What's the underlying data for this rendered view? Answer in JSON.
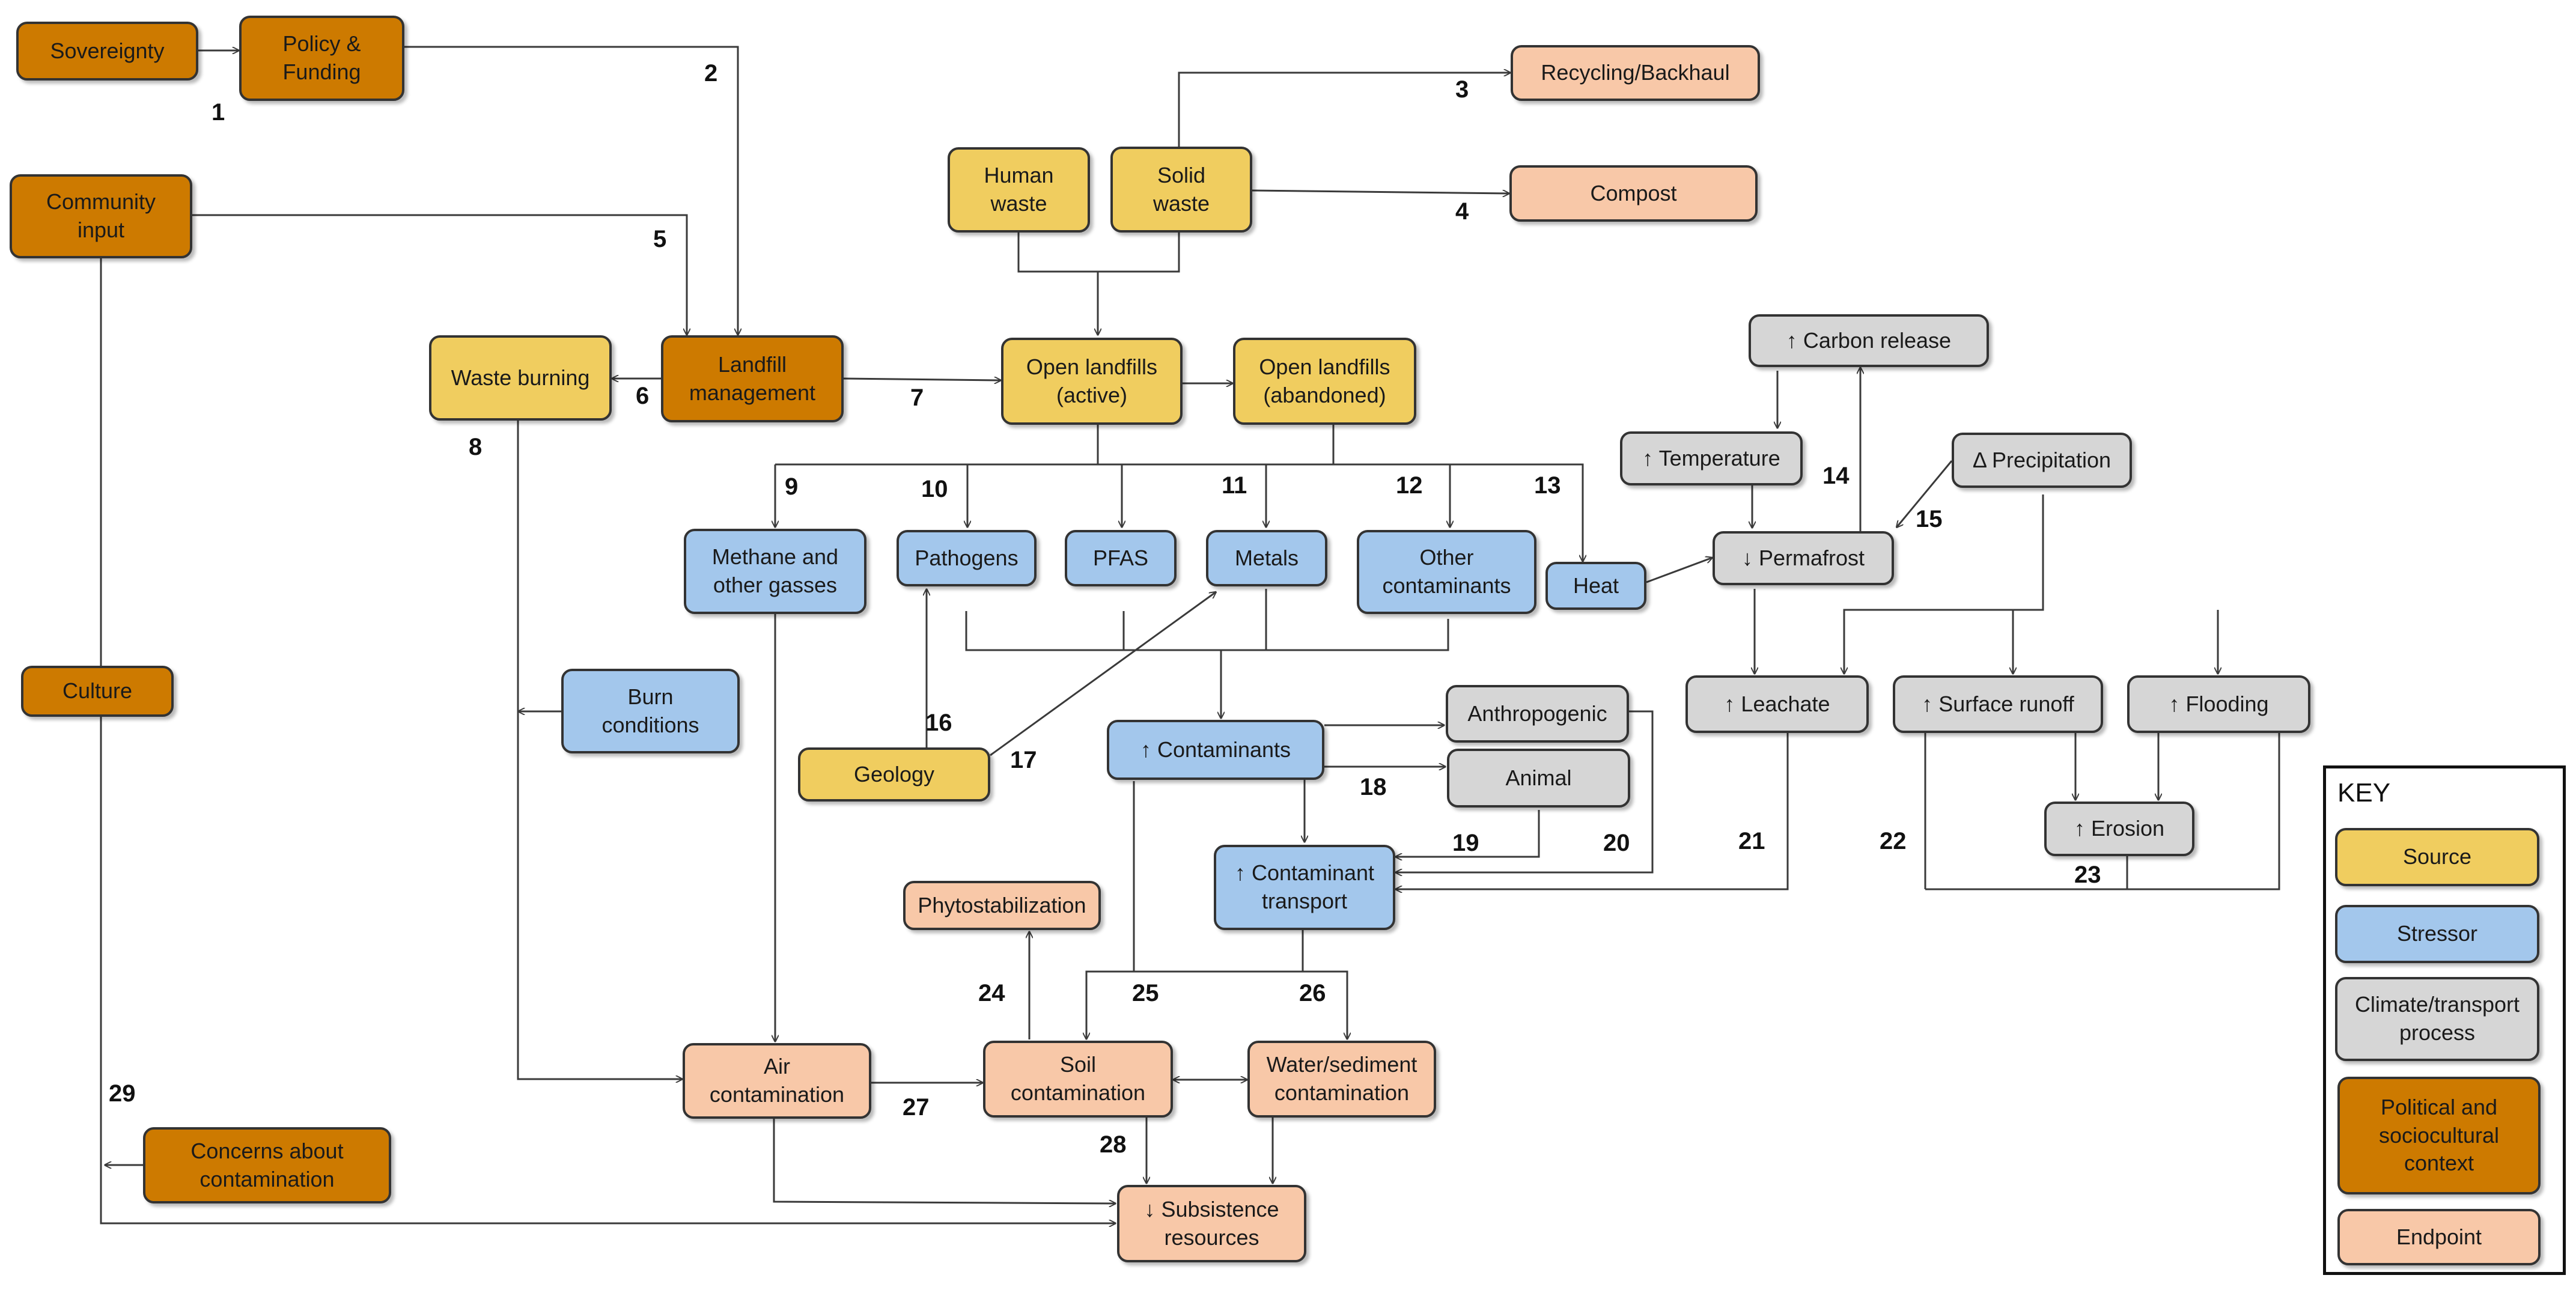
{
  "nodes": {
    "sovereignty": "Sovereignty",
    "policy": "Policy &\nFunding",
    "community": "Community\ninput",
    "culture": "Culture",
    "concerns": "Concerns about\ncontamination",
    "recycling": "Recycling/Backhaul",
    "compost": "Compost",
    "human_waste": "Human\nwaste",
    "solid_waste": "Solid\nwaste",
    "waste_burning": "Waste burning",
    "landfill_mgmt": "Landfill\nmanagement",
    "open_active": "Open landfills\n(active)",
    "open_abandoned": "Open landfills\n(abandoned)",
    "carbon_release": "↑ Carbon release",
    "temperature": "↑ Temperature",
    "precipitation": "Δ Precipitation",
    "permafrost": "↓ Permafrost",
    "methane": "Methane and\nother gasses",
    "pathogens": "Pathogens",
    "pfas": "PFAS",
    "metals": "Metals",
    "other_contaminants": "Other\ncontaminants",
    "heat": "Heat",
    "burn_conditions": "Burn\nconditions",
    "geology": "Geology",
    "contaminants": "↑ Contaminants",
    "anthropogenic": "Anthropogenic",
    "animal": "Animal",
    "contaminant_transport": "↑ Contaminant\ntransport",
    "leachate": "↑ Leachate",
    "surface_runoff": "↑ Surface runoff",
    "flooding": "↑ Flooding",
    "erosion": "↑ Erosion",
    "phytostabilization": "Phytostabilization",
    "air": "Air\ncontamination",
    "soil": "Soil\ncontamination",
    "water": "Water/sediment\ncontamination",
    "subsistence": "↓ Subsistence\nresources"
  },
  "numbers": [
    "1",
    "2",
    "3",
    "4",
    "5",
    "6",
    "7",
    "8",
    "9",
    "10",
    "11",
    "12",
    "13",
    "14",
    "15",
    "16",
    "17",
    "18",
    "19",
    "20",
    "21",
    "22",
    "23",
    "24",
    "25",
    "26",
    "27",
    "28",
    "29"
  ],
  "key": {
    "title": "KEY",
    "source": "Source",
    "stressor": "Stressor",
    "climate": "Climate/transport\nprocess",
    "political": "Political and\nsociocultural\ncontext",
    "endpoint": "Endpoint"
  },
  "colors": {
    "source": "#f0cd5f",
    "stressor": "#a3c7ec",
    "climate": "#d6d6d6",
    "political": "#cd7a00",
    "endpoint": "#f8c8a8"
  }
}
